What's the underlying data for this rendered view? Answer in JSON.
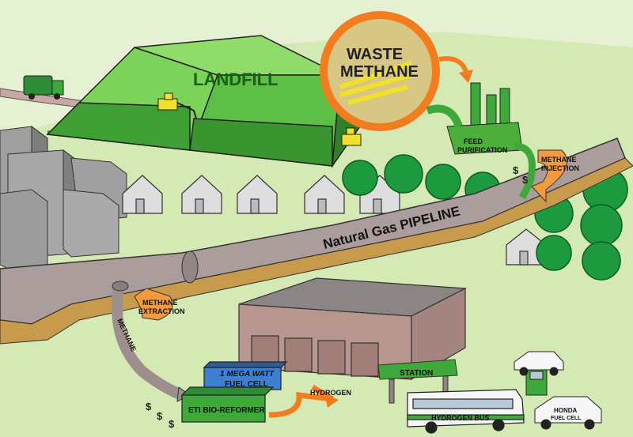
{
  "labels": {
    "landfill": "LANDFILL",
    "waste_line1": "WASTE",
    "waste_line2": "METHANE",
    "feed_line1": "FEED",
    "feed_line2": "PURIFICATION",
    "injection_line1": "METHANE",
    "injection_line2": "INJECTION",
    "pipeline": "Natural Gas PIPELINE",
    "extraction_line1": "METHANE",
    "extraction_line2": "EXTRACTION",
    "methane_flow": "METHANE",
    "megawatt": "1 MEGA WATT",
    "fuel_cell": "FUEL CELL",
    "bio_reformer": "ETI BIO-REFORMER",
    "hydrogen": "HYDROGEN",
    "station": "STATION",
    "bus": "HYDROGEN BUS",
    "car_line1": "HONDA",
    "car_line2": "FUEL CELL",
    "dollar": "$"
  },
  "colors": {
    "ground": "#d5e9b4",
    "landfill": "#4caf3c",
    "landfill_light": "#7cd35a",
    "pipeline": "#a89a99",
    "orange": "#f39a3e",
    "fuel_cell_blue": "#3d7fd0",
    "reformer_green": "#3ea83a",
    "building": "#b8958f",
    "tree": "#1e9a3e"
  }
}
